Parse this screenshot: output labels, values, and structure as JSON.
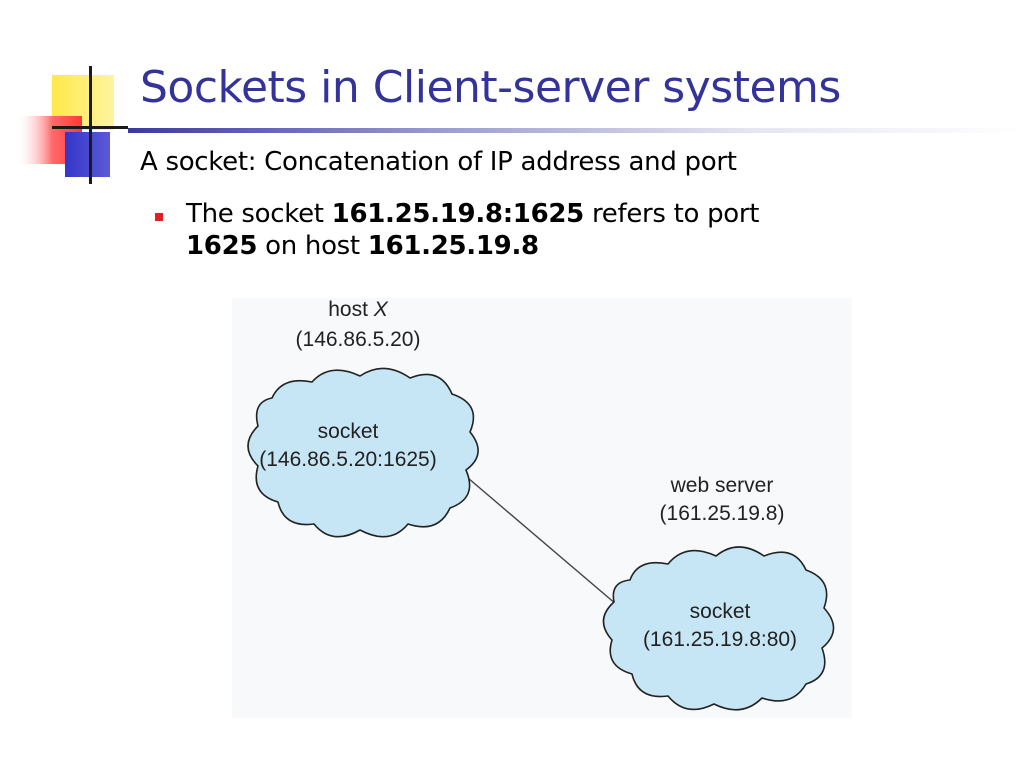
{
  "slide": {
    "title": "Sockets in Client-server systems",
    "bullet_1": "A socket: Concatenation of IP address and port",
    "bullet_2": {
      "t1": "The socket ",
      "b1": "161.25.19.8:1625",
      "t2": " refers to port ",
      "b2": "1625",
      "t3": " on host ",
      "b3": "161.25.19.8"
    }
  },
  "diagram": {
    "host_x": {
      "label": "host",
      "name": "X",
      "address": "(146.86.5.20)",
      "socket_label": "socket",
      "socket_address": "(146.86.5.20:1625)"
    },
    "web_server": {
      "label": "web server",
      "address": "(161.25.19.8)",
      "socket_label": "socket",
      "socket_address": "(161.25.19.8:80)"
    }
  },
  "colors": {
    "title": "#333399",
    "bullet_square": "#e02020",
    "cloud_fill": "#c6e6f5",
    "cloud_stroke": "#222222"
  }
}
